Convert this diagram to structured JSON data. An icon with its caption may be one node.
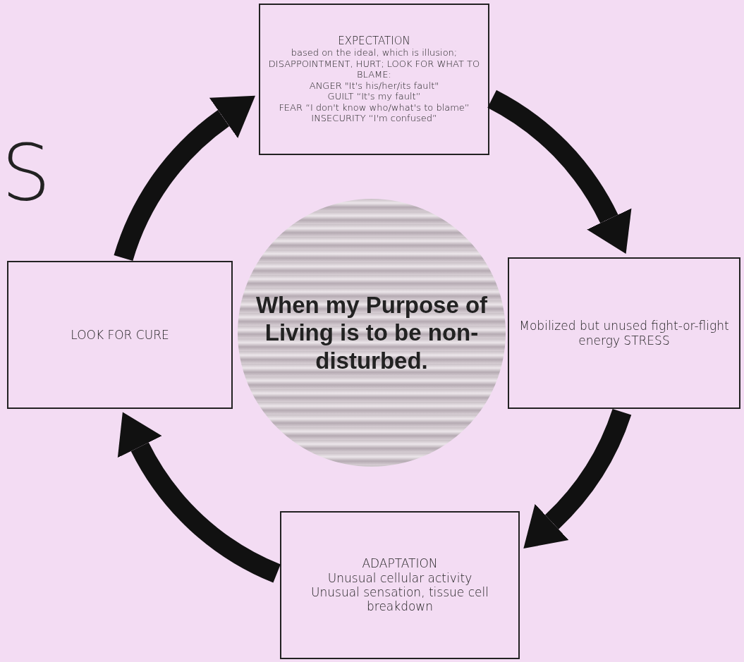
{
  "diagram": {
    "nodes": [
      {
        "text": [
          "EXPECTATION",
          "based on the ideal,  which is illusion; DISAPPOINTMENT, HURT; LOOK FOR WHAT TO BLAME:",
          "ANGER \"It's his/her/its fault\"",
          "GUILT “It's my fault”",
          "FEAR “I don't know who/what's to blame”",
          "INSECURITY “I'm confused”"
        ]
      },
      {
        "text": [
          "Mobilized but unused fight-or-flight energy STRESS"
        ]
      },
      {
        "text": [
          "ADAPTATION",
          "Unusual cellular activity",
          "Unusual sensation, tissue cell breakdown"
        ]
      },
      {
        "text": [
          "LOOK FOR CURE"
        ]
      },
      {
        "text": [
          "When my Purpose of Living is to be non-disturbed."
        ]
      }
    ],
    "edges": [
      {
        "from": 0,
        "to": 1,
        "arrow": "to"
      },
      {
        "from": 1,
        "to": 2,
        "arrow": "to"
      },
      {
        "from": 2,
        "to": 3,
        "arrow": "to"
      },
      {
        "from": 3,
        "to": 0,
        "arrow": "to"
      }
    ],
    "labels": [
      "S"
    ]
  }
}
